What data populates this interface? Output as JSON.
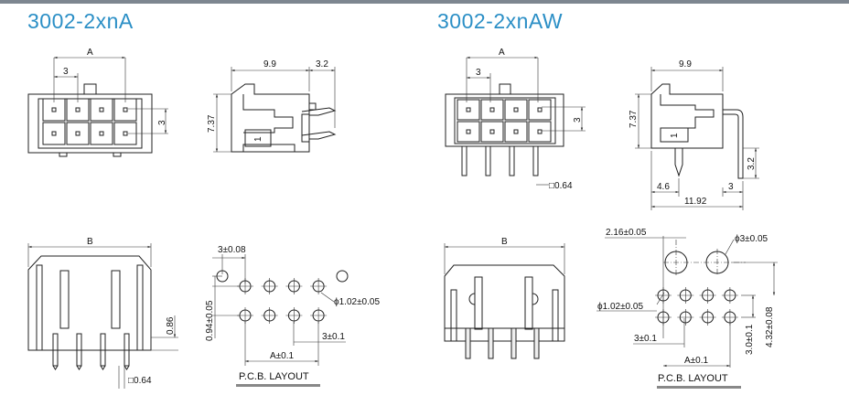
{
  "models": [
    {
      "title": "3002-2xnA"
    },
    {
      "title": "3002-2xnAW"
    }
  ],
  "dims": {
    "A": "A",
    "B": "B",
    "pitch": "3",
    "row_pitch": "3",
    "depth": "9.9",
    "pin_ext": "3.2",
    "height": "7.37",
    "pin_mark": "1",
    "pin_sq": "□0.64",
    "pin_offset": "0.86",
    "aw_depth": "9.9",
    "aw_height": "7.37",
    "aw_pin_down": "3.2",
    "aw_peg": "4.6",
    "aw_pin_pitch": "3",
    "aw_total": "11.92"
  },
  "pcb_left": {
    "pitch": "3±0.08",
    "row": "0.94±0.05",
    "hole": "ϕ1.02±0.05",
    "pitch2": "3±0.1",
    "span": "A±0.1",
    "label": "P.C.B. LAYOUT"
  },
  "pcb_right": {
    "peg_offset": "2.16±0.05",
    "peg_hole": "ϕ3±0.05",
    "hole": "ϕ1.02±0.05",
    "pitch": "3±0.1",
    "row": "3.0±0.1",
    "peg_row": "4.32±0.08",
    "span": "A±0.1",
    "label": "P.C.B. LAYOUT"
  }
}
